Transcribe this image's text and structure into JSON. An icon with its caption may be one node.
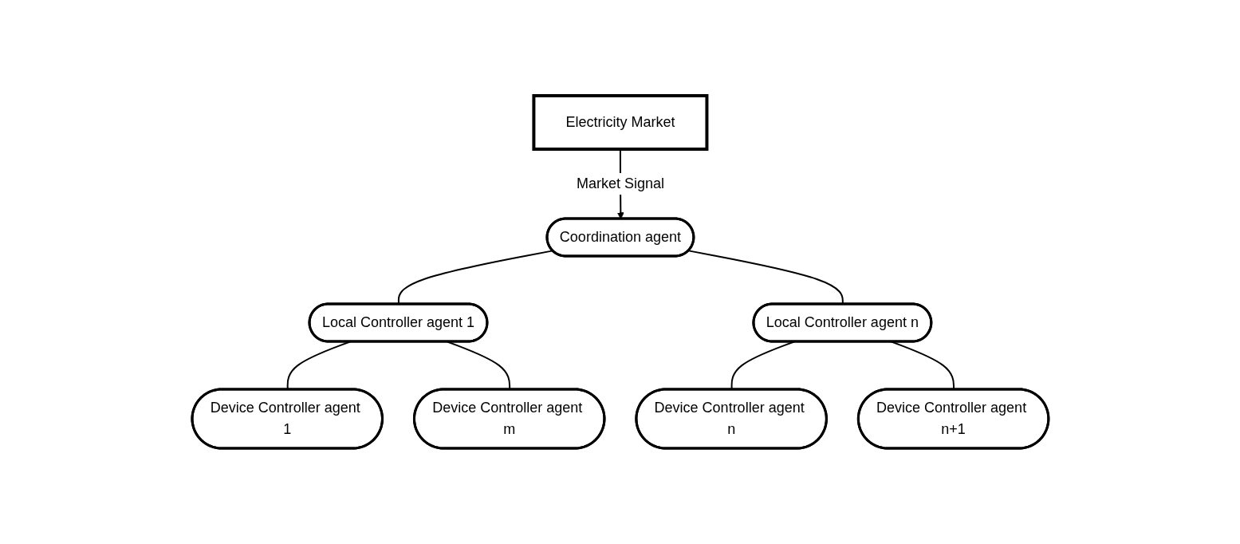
{
  "diagram": {
    "nodes": [
      {
        "text": [
          "Electricity Market"
        ]
      },
      {
        "text": [
          "Coordination agent"
        ]
      },
      {
        "text": [
          "Local Controller agent 1"
        ]
      },
      {
        "text": [
          "Local Controller agent n"
        ]
      },
      {
        "text": [
          "Device Controller agent 1"
        ]
      },
      {
        "text": [
          "Device Controller agent m"
        ]
      },
      {
        "text": [
          "Device Controller agent n"
        ]
      },
      {
        "text": [
          "Device Controller agent n+1"
        ]
      }
    ],
    "edges": [
      {
        "from": 0,
        "to": 1,
        "arrow": "to",
        "label": "Market Signal"
      },
      {
        "from": 1,
        "to": 2,
        "arrow": "none"
      },
      {
        "from": 1,
        "to": 3,
        "arrow": "none"
      },
      {
        "from": 2,
        "to": 4,
        "arrow": "none"
      },
      {
        "from": 2,
        "to": 5,
        "arrow": "none"
      },
      {
        "from": 3,
        "to": 6,
        "arrow": "none"
      },
      {
        "from": 3,
        "to": 7,
        "arrow": "none"
      }
    ]
  }
}
